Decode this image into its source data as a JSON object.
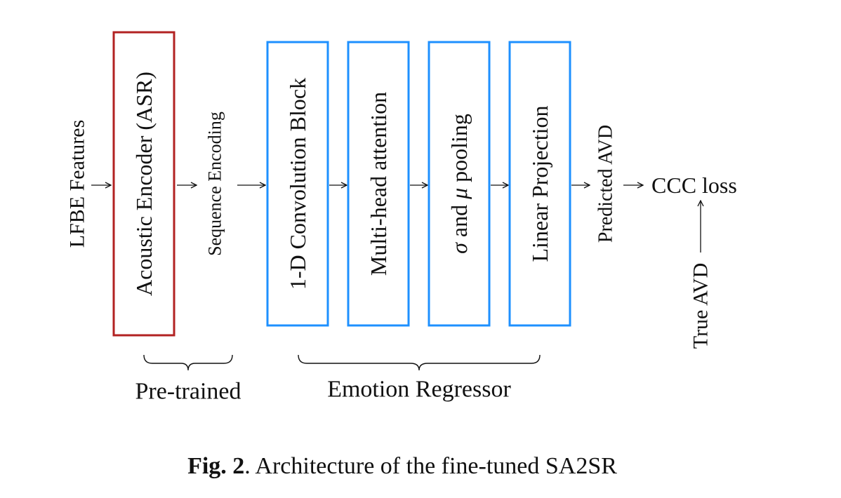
{
  "input_label": "LFBE Features",
  "encoder_block": {
    "label": "Acoustic Encoder (ASR)",
    "color": "#b22222"
  },
  "sequence_label": "Sequence Encoding",
  "regressor_blocks": [
    {
      "label": "1-D Convolution Block"
    },
    {
      "label": "Multi-head attention"
    },
    {
      "label_prefix": "σ",
      "label_middle": " and ",
      "label_symbol": "μ",
      "label_suffix": " pooling"
    },
    {
      "label": "Linear Projection"
    }
  ],
  "regressor_color": "#1e90ff",
  "predicted_label": "Predicted AVD",
  "loss_label": "CCC loss",
  "true_label": "True AVD",
  "groups": {
    "pretrained": "Pre-trained",
    "regressor": "Emotion Regressor"
  },
  "caption": {
    "prefix": "Fig. 2",
    "text": ". Architecture of the fine-tuned SA2SR"
  }
}
